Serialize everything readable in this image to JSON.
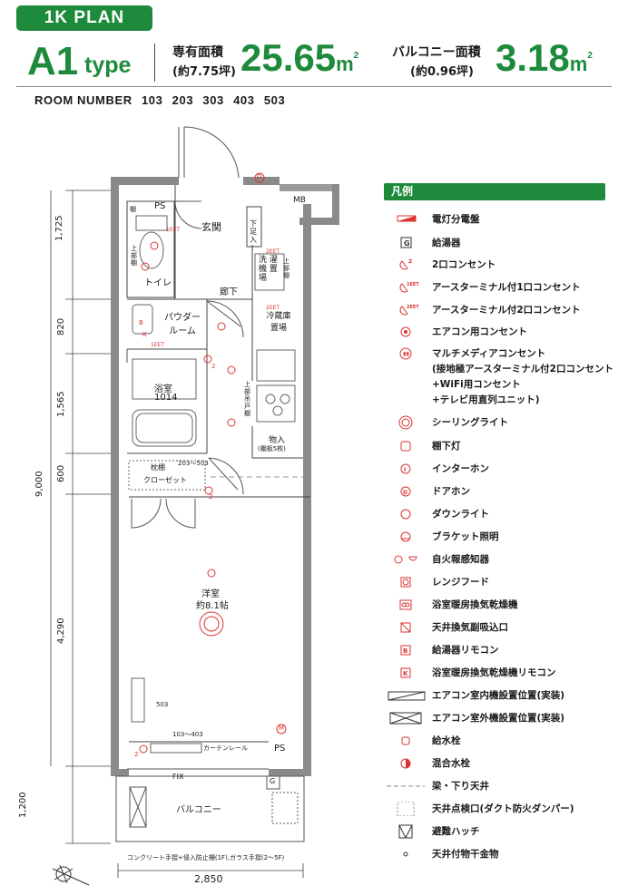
{
  "header": {
    "plan_badge": "1K PLAN",
    "type_name": "A1",
    "type_suffix": "type",
    "exclusive_area_label": "専有面積",
    "exclusive_area_tsubo": "(約7.75坪)",
    "exclusive_area_value": "25.65",
    "area_unit": "m",
    "area_unit_sup": "2",
    "balcony_area_label": "バルコニー面積",
    "balcony_area_tsubo": "(約0.96坪)",
    "balcony_area_value": "3.18"
  },
  "room_numbers": {
    "label": "ROOM NUMBER",
    "values": [
      "103",
      "203",
      "303",
      "403",
      "503"
    ]
  },
  "plan": {
    "rooms": {
      "ps_top": "PS",
      "mb": "MB",
      "genkan": "玄関",
      "toilet": "トイレ",
      "rouka": "廊下",
      "powder_room": "パウダー\nルーム",
      "bath": "浴室",
      "bath_size": "1014",
      "washer": "洗\n濯\n機\n置\n場",
      "fridge": "冷蔵庫\n置場",
      "storage": "物入",
      "storage_note": "(棚板5枚)",
      "closet": "クローゼット",
      "closet_shelf": "枕棚",
      "youshitsu": "洋室",
      "youshitsu_size": "約8.1帖",
      "curtain_rail": "カーテンレール",
      "ps_bottom": "PS",
      "fix": "FIX",
      "balcony": "バルコニー",
      "balcony_note": "コンクリート手摺+侵入防止柵(1F),ガラス手摺(2～5F)",
      "upper_shelf_left": "上部棚",
      "upper_shelf_right": "上部棚",
      "upper_hanging": "上部吊戸棚",
      "shoe_box": "下足入",
      "tana": "棚",
      "note_closet": "203～503",
      "note_503": "503",
      "note_103_403": "103～403",
      "g_mark": "G"
    },
    "dimensions": {
      "left": [
        "1,725",
        "820",
        "1,565",
        "600",
        "9,000",
        "4,290",
        "1,200"
      ],
      "bottom": "2,850"
    },
    "marks": {
      "eet": "1EET",
      "eet2": "2EET",
      "outlet_2": "2",
      "d": "D",
      "m": "M",
      "k": "K",
      "b": "B"
    }
  },
  "legend": {
    "title": "凡例",
    "items": [
      {
        "icon": "distribution-board",
        "label": "電灯分電盤"
      },
      {
        "icon": "water-heater",
        "label": "給湯器"
      },
      {
        "icon": "outlet-2",
        "label": "2口コンセント"
      },
      {
        "icon": "outlet-earth-1",
        "label": "アースターミナル付1口コンセント"
      },
      {
        "icon": "outlet-earth-2",
        "label": "アースターミナル付2口コンセント"
      },
      {
        "icon": "aircon-outlet",
        "label": "エアコン用コンセント"
      },
      {
        "icon": "multimedia-outlet",
        "label": "マルチメディアコンセント"
      },
      {
        "icon": "",
        "label": "(接地極アースターミナル付2口コンセント"
      },
      {
        "icon": "",
        "label": "+WiFi用コンセント"
      },
      {
        "icon": "",
        "label": "+テレビ用直列ユニット)"
      },
      {
        "icon": "ceiling-light",
        "label": "シーリングライト"
      },
      {
        "icon": "under-shelf-light",
        "label": "棚下灯"
      },
      {
        "icon": "intercom",
        "label": "インターホン"
      },
      {
        "icon": "door-phone",
        "label": "ドアホン"
      },
      {
        "icon": "downlight",
        "label": "ダウンライト"
      },
      {
        "icon": "bracket-light",
        "label": "ブラケット照明"
      },
      {
        "icon": "fire-alarm",
        "label": "自火報感知器"
      },
      {
        "icon": "range-hood",
        "label": "レンジフード"
      },
      {
        "icon": "bath-dryer",
        "label": "浴室暖房換気乾燥機"
      },
      {
        "icon": "ceiling-vent",
        "label": "天井換気副吸込口"
      },
      {
        "icon": "heater-remote",
        "label": "給湯器リモコン"
      },
      {
        "icon": "bath-dryer-remote",
        "label": "浴室暖房換気乾燥機リモコン"
      },
      {
        "icon": "aircon-indoor",
        "label": "エアコン室内機設置位置(実装)"
      },
      {
        "icon": "aircon-outdoor",
        "label": "エアコン室外機設置位置(実装)"
      },
      {
        "icon": "water-tap",
        "label": "給水栓"
      },
      {
        "icon": "mixer-tap",
        "label": "混合水栓"
      },
      {
        "icon": "beam-line",
        "label": "梁・下り天井"
      },
      {
        "icon": "inspection-hatch",
        "label": "天井点検口(ダクト防火ダンパー)"
      },
      {
        "icon": "escape-hatch",
        "label": "避難ハッチ"
      },
      {
        "icon": "ceiling-hook",
        "label": "天井付物干金物"
      }
    ]
  }
}
